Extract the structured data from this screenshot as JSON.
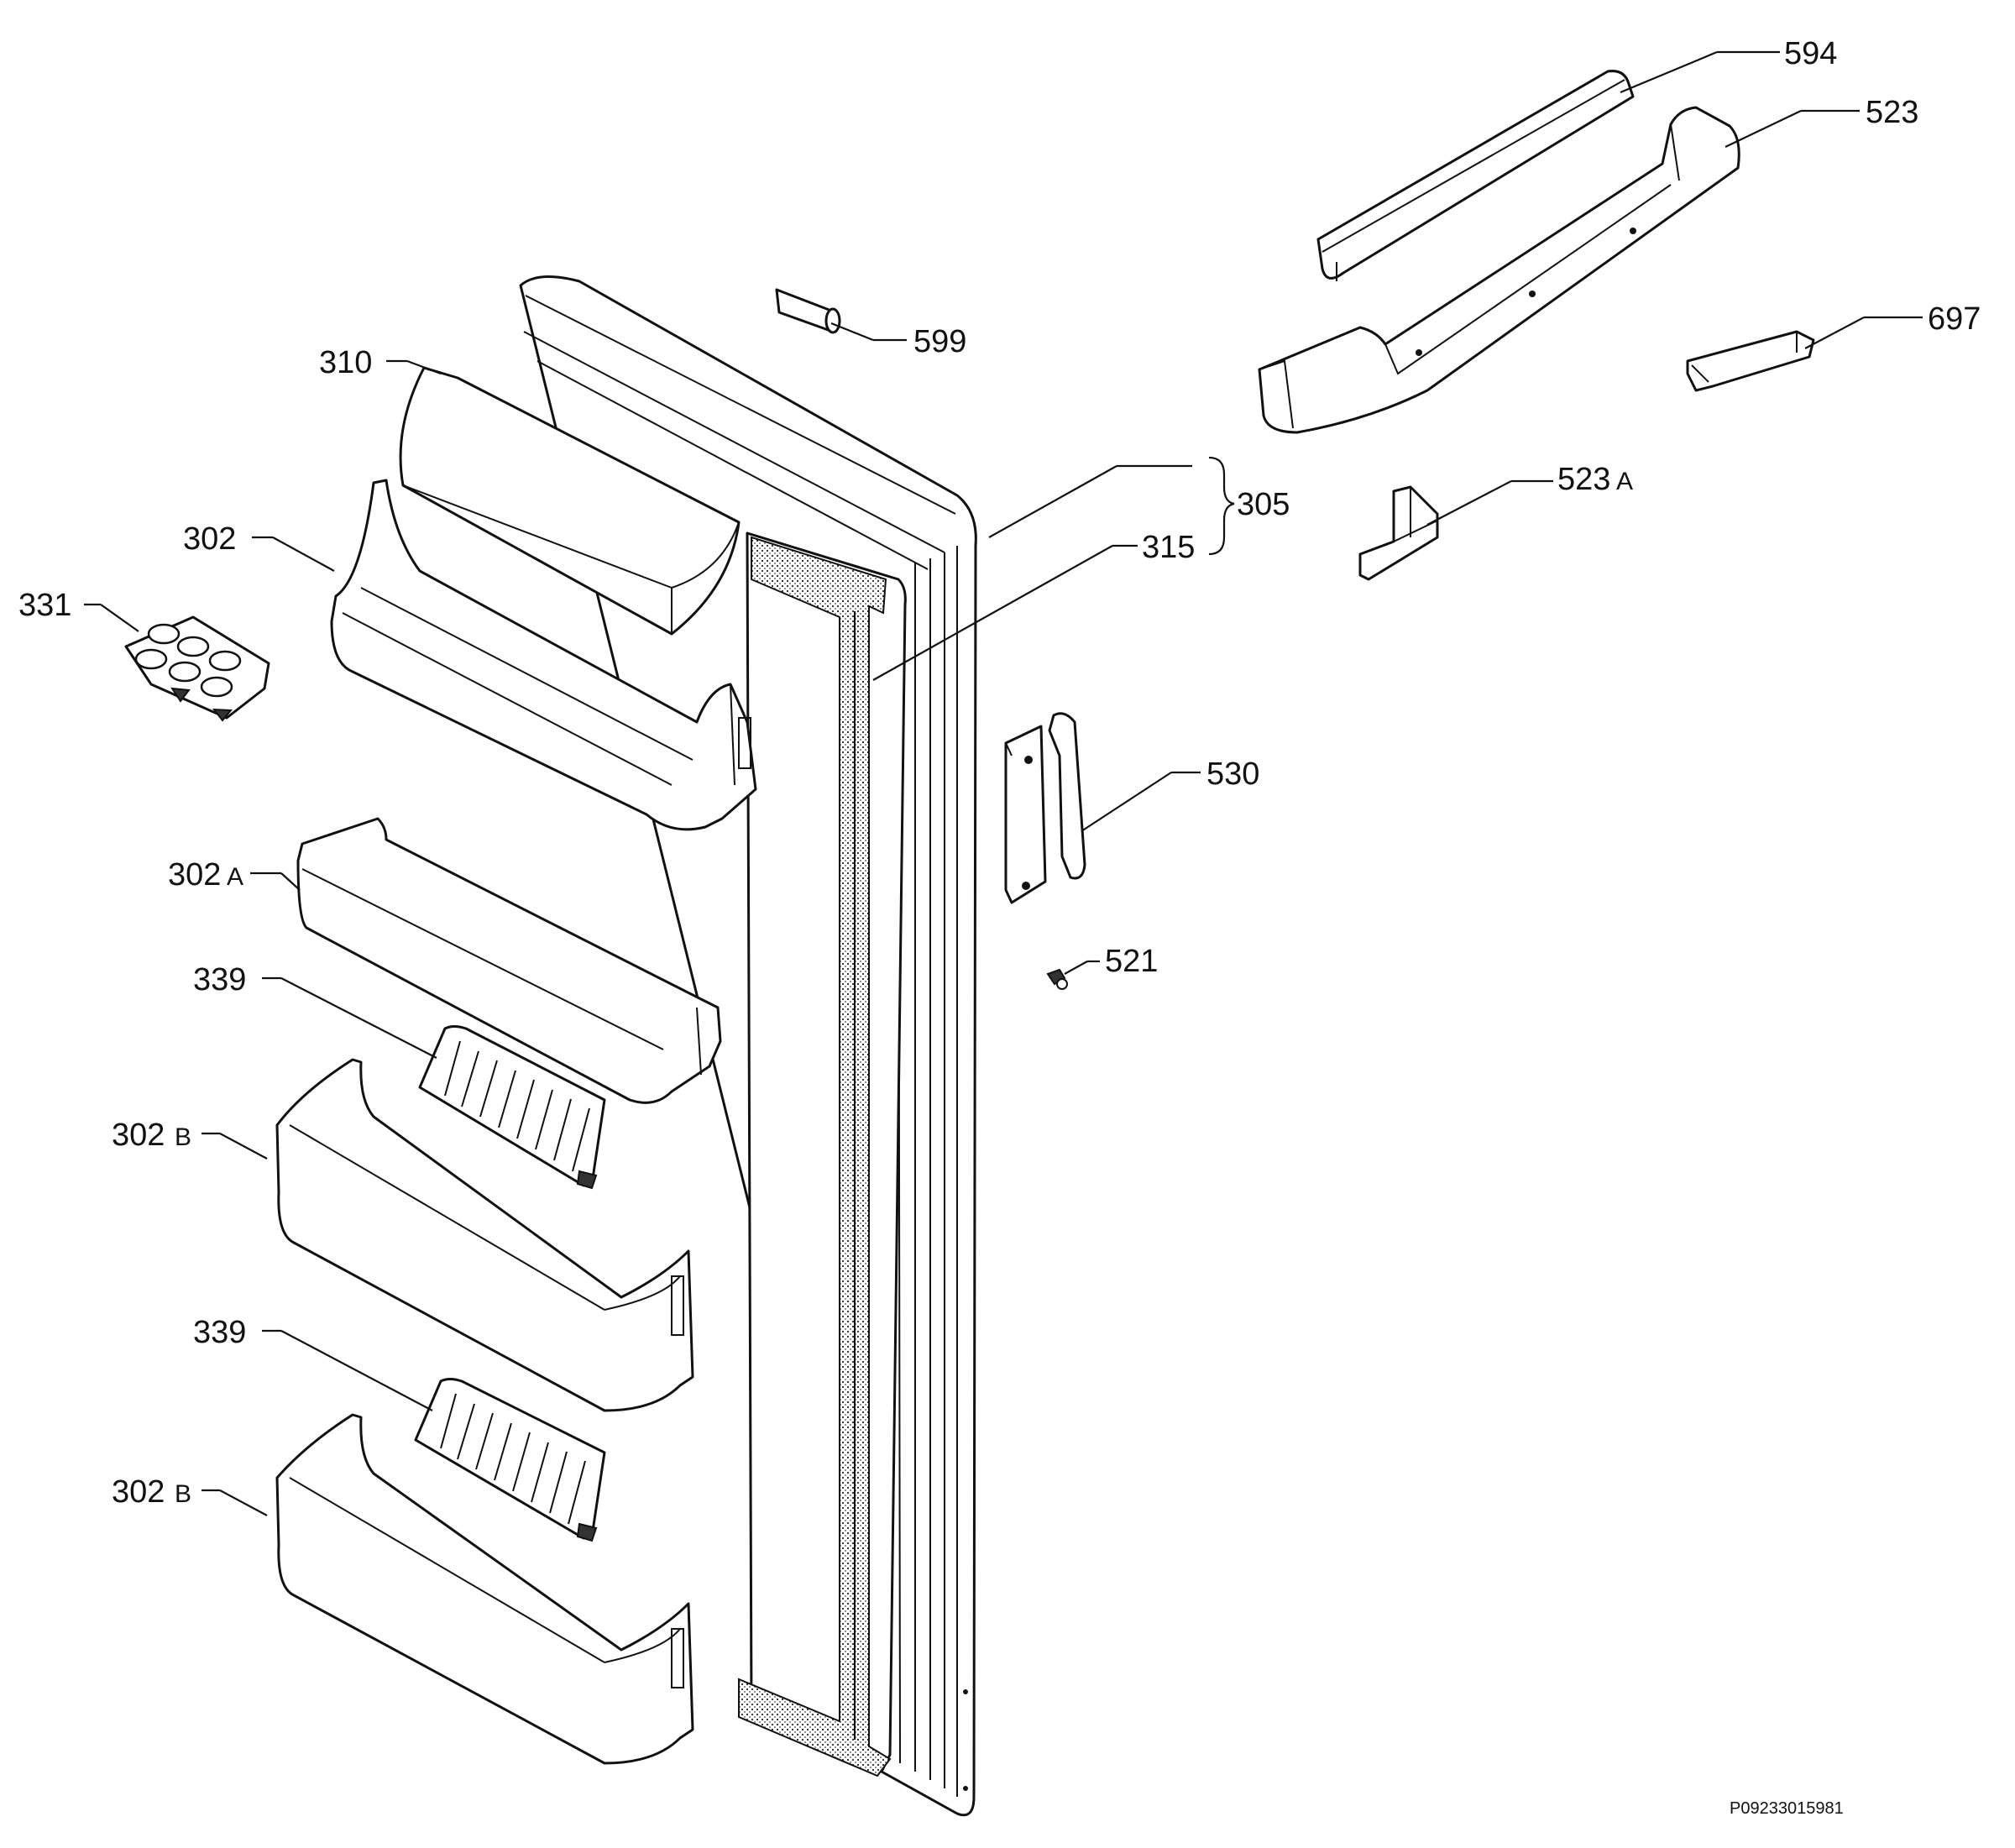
{
  "callouts": {
    "c594": "594",
    "c523": "523",
    "c697": "697",
    "c599": "599",
    "c310": "310",
    "c305": "305",
    "c315": "315",
    "c302": "302",
    "c523a_num": "523",
    "c523a_suf": "A",
    "c331": "331",
    "c530": "530",
    "c302a_num": "302",
    "c302a_suf": "A",
    "c521": "521",
    "c339_1": "339",
    "c302b1_num": "302",
    "c302b1_suf": "B",
    "c339_2": "339",
    "c302b2_num": "302",
    "c302b2_suf": "B"
  },
  "reference_code": "P09233015981"
}
